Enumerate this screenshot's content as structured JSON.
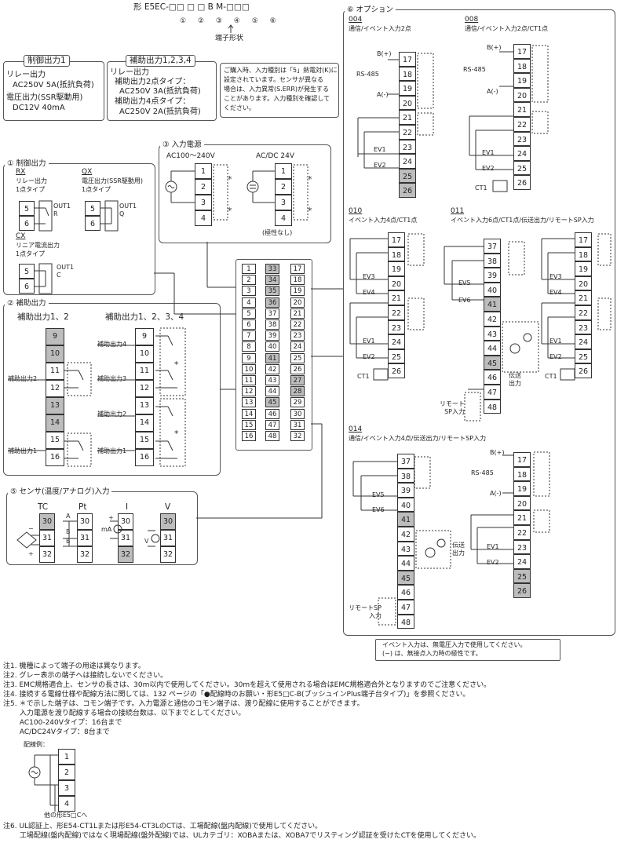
{
  "header": {
    "model": "形 E5EC-□□ □ □ B M-□□□",
    "positions": "① ② ③ ④ ⑤ ⑥",
    "terminal_shape": "端子形状"
  },
  "control_output1": {
    "title": "制御出力1",
    "lines": [
      "リレー出力",
      "AC250V 5A(抵抗負荷)",
      "電圧出力(SSR駆動用)",
      "DC12V 40mA"
    ]
  },
  "aux_output": {
    "title": "補助出力1,2,3,4",
    "lines": [
      "リレー出力",
      "補助出力2点タイプ：",
      "AC250V 3A(抵抗負荷)",
      "補助出力4点タイプ：",
      "AC250V 2A(抵抗負荷)"
    ]
  },
  "info_note": [
    "ご購入時、入力種別は「5」熱電対(K)に",
    "設定されています。センサが異なる",
    "場合は、入力異常(S.ERR)が発生する",
    "ことがあります。入力種別を確認して",
    "ください。"
  ],
  "sec1": {
    "title": "① 制御出力",
    "rx": "RX",
    "rx_desc": [
      "リレー出力",
      "1点タイプ"
    ],
    "qx": "QX",
    "qx_desc": [
      "電圧出力(SSR駆動用)",
      "1点タイプ"
    ],
    "cx": "CX",
    "cx_desc": [
      "リニア電流出力",
      "1点タイプ"
    ],
    "out_r": "OUT1 R",
    "out_q": "OUT1 Q",
    "out_c": "OUT1 C",
    "t5": "5",
    "t6": "6"
  },
  "sec2": {
    "title": "② 補助出力",
    "left_title": "補助出力1、2",
    "right_title": "補助出力1、2、3、4",
    "aux1": "補助出力1",
    "aux2": "補助出力2",
    "aux3": "補助出力3",
    "aux4": "補助出力4",
    "terms": [
      "9",
      "10",
      "11",
      "12",
      "13",
      "14",
      "15",
      "16"
    ]
  },
  "sec3": {
    "title": "③ 入力電源",
    "ac": "AC100～240V",
    "dc": "AC/DC 24V",
    "no_polarity": "(極性なし)",
    "terms": [
      "1",
      "2",
      "3",
      "4"
    ]
  },
  "sec5": {
    "title": "⑤ センサ(温度/アナログ)入力",
    "tc": "TC",
    "pt": "Pt",
    "i": "I",
    "v": "V",
    "ma": "mA",
    "terms": [
      "30",
      "31",
      "32"
    ]
  },
  "sec6": {
    "title": "⑥ オプション",
    "o004": "004",
    "o004_desc": "通信/イベント入力2点",
    "o008": "008",
    "o008_desc": "通信/イベント入力2点/CT1点",
    "o010": "010",
    "o010_desc": "イベント入力4点/CT1点",
    "o011": "011",
    "o011_desc": "イベント入力6点/CT1点/伝送出力/リモートSP入力",
    "o014": "014",
    "o014_desc": "通信/イベント入力4点/伝送出力/リモートSP入力",
    "rs485": "RS-485",
    "bplus": "B(+)",
    "aminus": "A(-)",
    "ev1": "EV1",
    "ev2": "EV2",
    "ev3": "EV3",
    "ev4": "EV4",
    "ev5": "EV5",
    "ev6": "EV6",
    "ct1": "CT1",
    "trans": "伝送出力",
    "remote": "リモートSP入力",
    "minus": "(-)"
  },
  "main_block": {
    "col1": [
      "1",
      "2",
      "3",
      "4",
      "5",
      "6",
      "7",
      "8",
      "9",
      "10",
      "11",
      "12",
      "13",
      "14",
      "15",
      "16"
    ],
    "col2": [
      "33",
      "34",
      "35",
      "36",
      "37",
      "38",
      "39",
      "40",
      "41",
      "42",
      "43",
      "44",
      "45",
      "46",
      "47",
      "48"
    ],
    "col3": [
      "17",
      "18",
      "19",
      "20",
      "21",
      "22",
      "23",
      "24",
      "25",
      "26",
      "27",
      "28",
      "29",
      "30",
      "31",
      "32"
    ]
  },
  "event_note": [
    "イベント入力は、無電圧入力で使用してください。",
    "(−) は、無接点入力時の極性です。"
  ],
  "notes": [
    "注1. 機種によって端子の用途は異なります。",
    "注2. グレー表示の端子へは接続しないでください。",
    "注3. EMC規格適合上、センサの長さは、30m以内で使用してください。30mを超えて使用される場合はEMC規格適合外となりますのでご注意ください。",
    "注4. 接続する電線仕様や配線方法に関しては、132 ページの「●配線時のお願い・形E5□C-B(プッシュインPlus端子台タイプ)」を参照ください。",
    "注5. ＊で示した端子は、コモン端子です。入力電源と通信のコモン端子は、渡り配線に使用することができます。",
    "　　 入力電源を渡り配線する場合の接続台数は、以下までとしてください。",
    "　　 AC100-240Vタイプ：16台まで",
    "　　 AC/DC24Vタイプ：8台まで"
  ],
  "wiring_example": {
    "label": "配線例：",
    "to_other": "他の形E5□Cへ",
    "terms": [
      "1",
      "2",
      "3",
      "4"
    ]
  },
  "notes_bottom": [
    "注6. UL認証上、形E54-CT1Lまたは形E54-CT3LのCTは、工場配線(盤内配線)で使用してください。",
    "　　 工場配線(盤内配線)ではなく現場配線(盤外配線)では、ULカテゴリ：XOBAまたは、XOBA7でリスティング認証を受けたCTを使用してください。"
  ],
  "gray_terms": [
    "9",
    "10",
    "13",
    "14",
    "33",
    "34",
    "35",
    "36",
    "41",
    "45",
    "27",
    "28",
    "25",
    "26",
    "32"
  ]
}
